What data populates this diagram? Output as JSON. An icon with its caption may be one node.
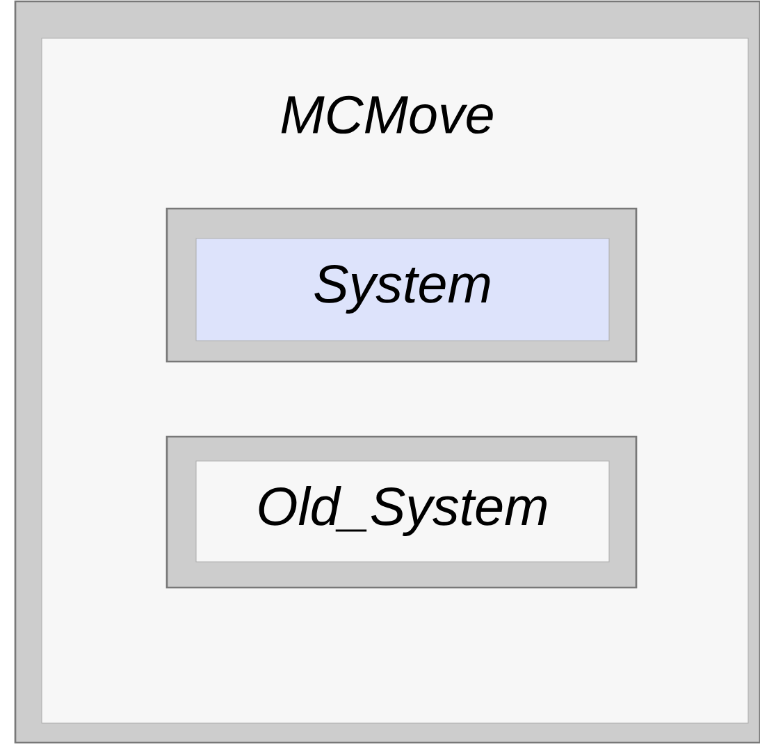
{
  "diagram": {
    "nodes": [
      {
        "text": [
          "MCMove"
        ]
      },
      {
        "text": [
          "System"
        ],
        "in": 0
      },
      {
        "text": [
          "Old_System"
        ],
        "in": 0
      }
    ]
  }
}
